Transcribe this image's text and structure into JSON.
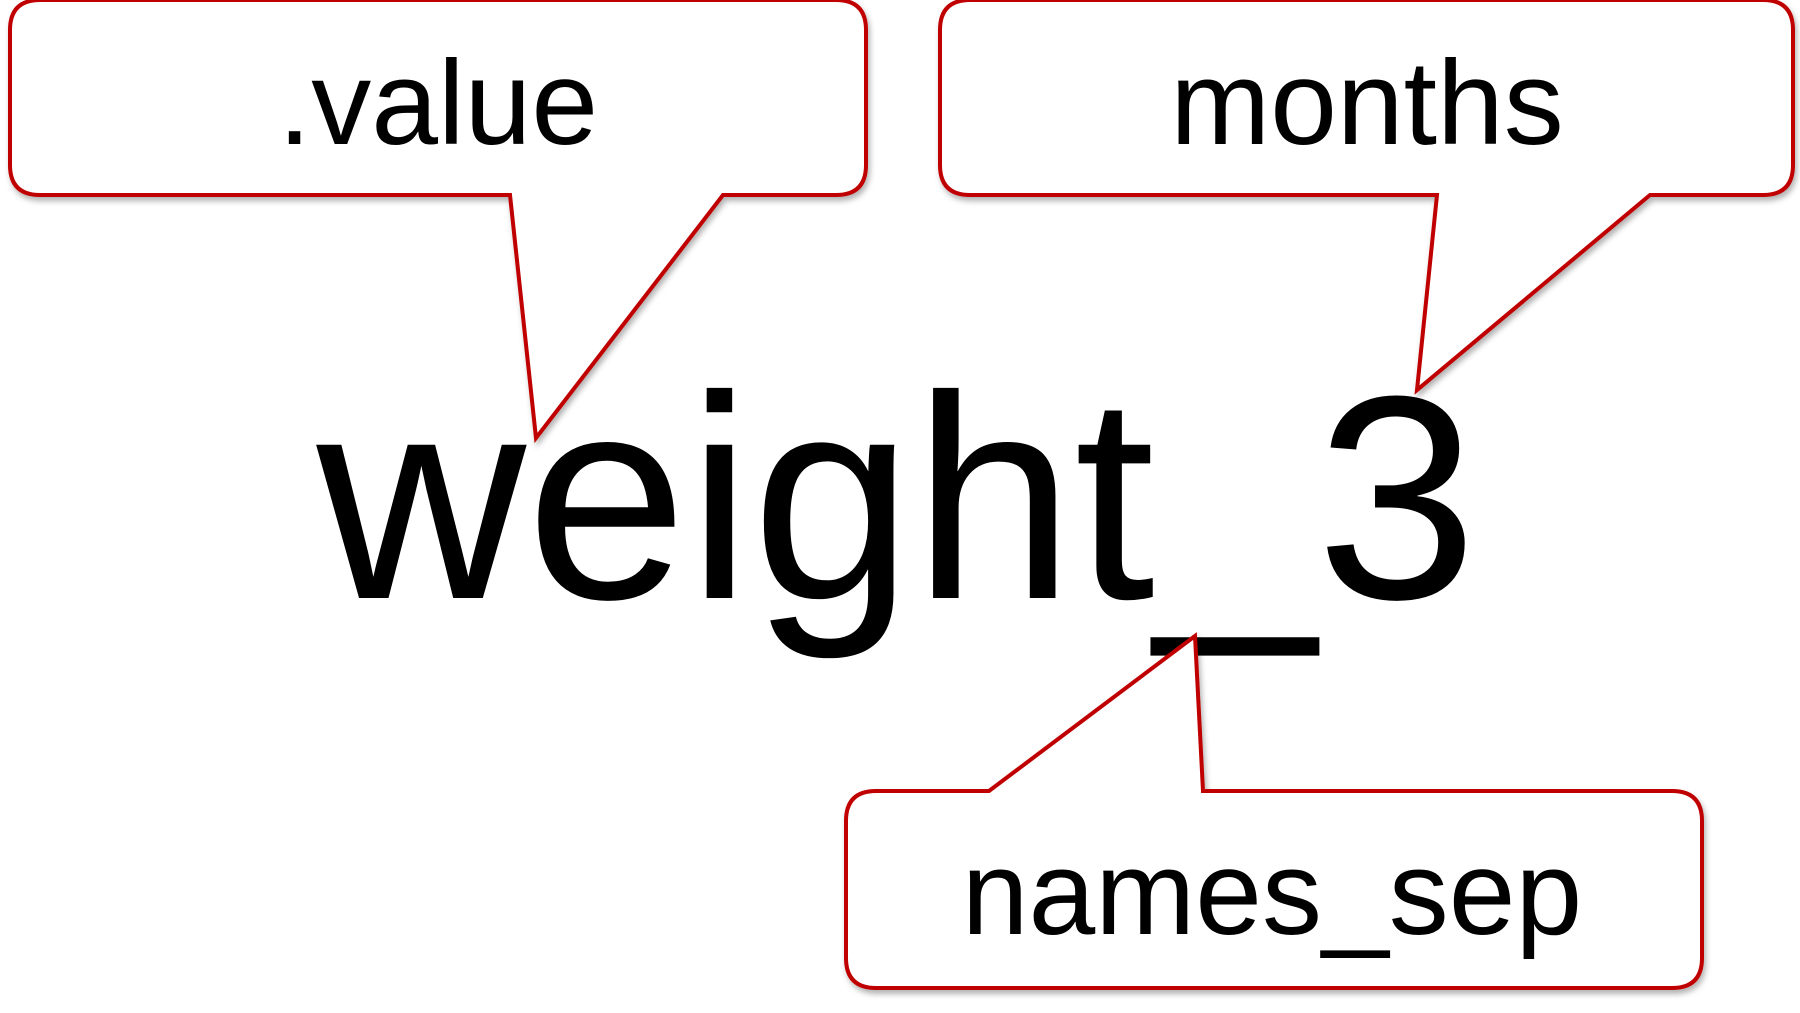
{
  "main_label": "weight_3",
  "callouts": {
    "value": {
      "label": ".value"
    },
    "months": {
      "label": "months"
    },
    "names_sep": {
      "label": "names_sep"
    }
  },
  "colors": {
    "callout_border": "#c00000",
    "text": "#000000",
    "background": "#ffffff"
  }
}
